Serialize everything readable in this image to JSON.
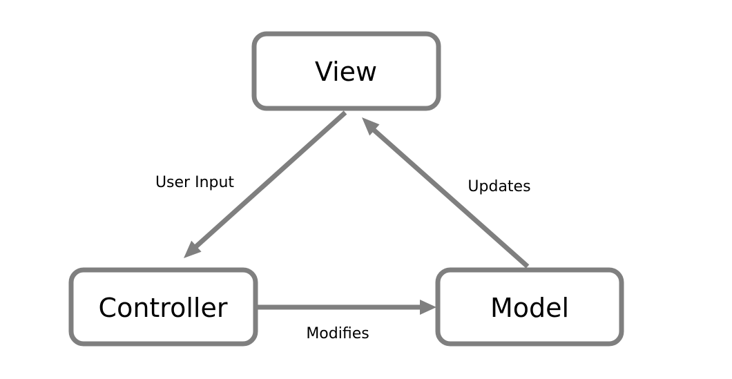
{
  "nodes": {
    "view": "View",
    "controller": "Controller",
    "model": "Model"
  },
  "edges": {
    "view_to_controller": "User Input",
    "model_to_view": "Updates",
    "controller_to_model": "Modifies"
  },
  "colors": {
    "stroke": "#7f7f7f",
    "box_fill": "#ffffff",
    "text": "#000000",
    "background": "#ffffff"
  }
}
